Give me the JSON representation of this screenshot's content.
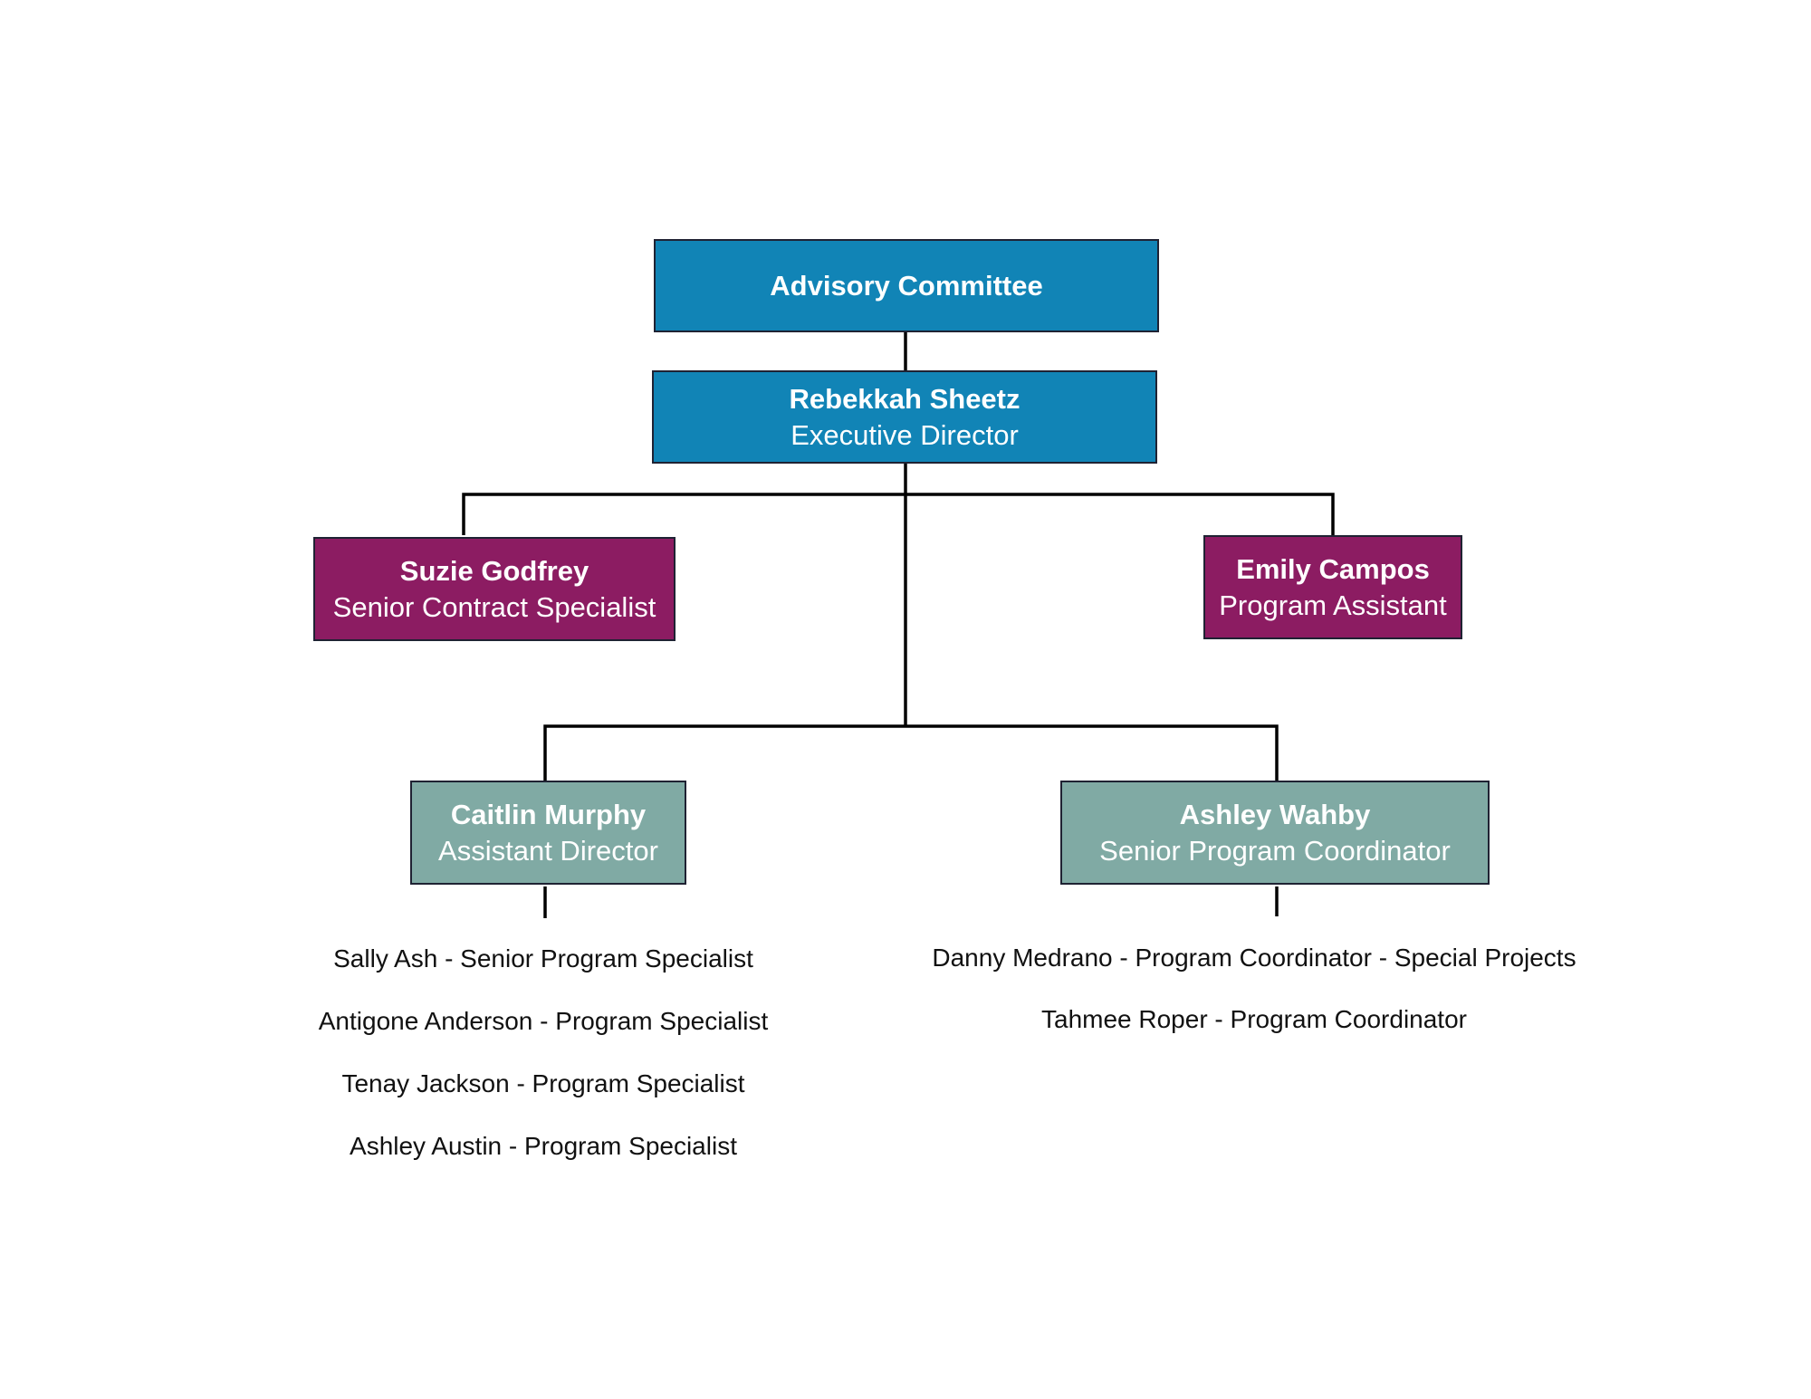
{
  "colors": {
    "top_level": "#1184b6",
    "second_level": "#8c1c62",
    "third_level": "#80aaa4",
    "connector": "#000000"
  },
  "org": {
    "advisory": {
      "name": "Advisory Committee"
    },
    "director": {
      "name": "Rebekkah Sheetz",
      "role": "Executive Director"
    },
    "contract_specialist": {
      "name": "Suzie Godfrey",
      "role": "Senior Contract Specialist"
    },
    "program_assistant": {
      "name": "Emily Campos",
      "role": "Program Assistant"
    },
    "assistant_director": {
      "name": "Caitlin Murphy",
      "role": "Assistant Director",
      "staff": [
        "Sally Ash - Senior Program Specialist",
        "Antigone Anderson - Program Specialist",
        "Tenay Jackson - Program Specialist",
        "Ashley Austin - Program Specialist"
      ]
    },
    "senior_coordinator": {
      "name": "Ashley Wahby",
      "role": "Senior Program Coordinator",
      "staff": [
        "Danny Medrano - Program Coordinator - Special Projects",
        "Tahmee Roper - Program Coordinator"
      ]
    }
  }
}
